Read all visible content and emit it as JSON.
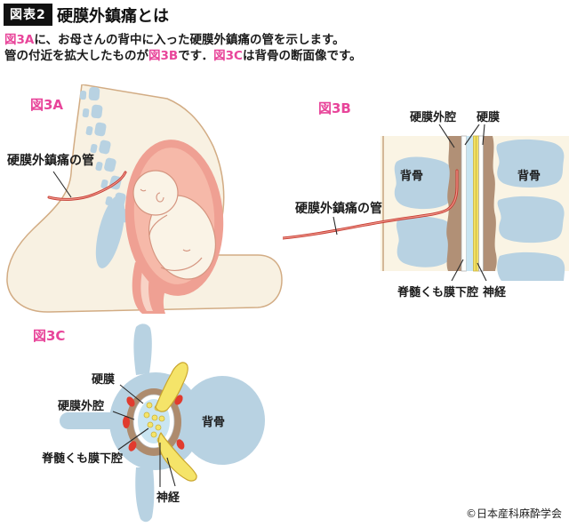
{
  "header": {
    "badge": "図表2",
    "title": "硬膜外鎮痛とは"
  },
  "intro": {
    "line1_figref": "図3A",
    "line1_text": "に、お母さんの背中に入った硬膜外鎮痛の管を示します。",
    "line2_text1": "管の付近を拡大したものが",
    "line2_figref_b": "図3B",
    "line2_text2": "です．",
    "line2_figref_c": "図3C",
    "line2_text3": "は背骨の断面像です。"
  },
  "figures": {
    "a": {
      "label": "図3A",
      "catheter": "硬膜外鎮痛の管"
    },
    "b": {
      "label": "図3B",
      "epidural_space": "硬膜外腔",
      "dura": "硬膜",
      "spine_left": "背骨",
      "spine_right": "背骨",
      "catheter": "硬膜外鎮痛の管",
      "subarachnoid": "脊髄くも膜下腔",
      "nerve": "神経"
    },
    "c": {
      "label": "図3C",
      "dura": "硬膜",
      "epidural_space": "硬膜外腔",
      "subarachnoid": "脊髄くも膜下腔",
      "nerve": "神経",
      "spine": "背骨"
    }
  },
  "footer": {
    "copyright": "©日本産科麻酔学会"
  },
  "colors": {
    "accent_pink": "#e8459a",
    "bone_blue": "#b8d2e2",
    "body_cream": "#f8f1e2",
    "panel_cream": "#faf4e4",
    "uterus_pink": "#efa093",
    "uterus_inner_pink": "#f6b9a9",
    "fetus_cream": "#faf3e6",
    "epidural_brown": "#b19076",
    "nerve_yellow": "#f2e164",
    "csf_blue": "#c9e5f2",
    "catheter_red": "#c43a31",
    "red_spot": "#e13b2e"
  }
}
